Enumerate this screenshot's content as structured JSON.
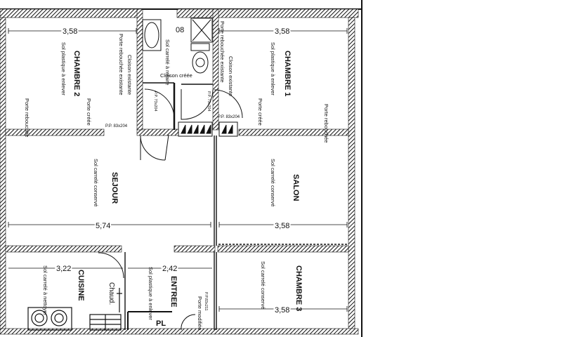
{
  "rooms": {
    "chambre2": {
      "name": "CHAMBRE 2",
      "floor": "Sol plastique à enlever"
    },
    "chambre1": {
      "name": "CHAMBRE 1",
      "floor": "Sol plastique à enlever"
    },
    "sejour": {
      "name": "SEJOUR",
      "floor": "Sol carrelé conservé"
    },
    "salon": {
      "name": "SALON",
      "floor": "Sol carrelé conservé"
    },
    "cuisine": {
      "name": "CUISINE",
      "floor": "Sol carrelé à nettoyer"
    },
    "entree": {
      "name": "ENTREE",
      "floor": "Sol plastique à enlever"
    },
    "chambre3": {
      "name": "CHAMBRE 3",
      "floor": "Sol carrelé conservé"
    },
    "sdb": {
      "floor": "Sol carrelé à refaire"
    }
  },
  "dimensions": {
    "chambre2_width": "3,58",
    "chambre1_width": "3,58",
    "sejour_width": "5,74",
    "salon_width": "3,58",
    "cuisine_width": "3,22",
    "entree_width": "2,42",
    "chambre3_width": "3,58",
    "sdb_width": "08"
  },
  "notes": {
    "porte_rebouchee_left": "Porte rebouchée",
    "porte_creee_left": "Porte créée",
    "porte_rebouchee_existante_left": "Porte rebouchée existante",
    "cloison_existante_left": "Cloison existante",
    "cloison_creee": "Cloison créée",
    "porte_rebouchee_existante_right": "Porte rebouchée existante",
    "cloison_existante_right": "Cloison existante",
    "porte_creee_right": "Porte créée",
    "porte_rebouchee_right": "Porte rebouchée",
    "pp_left": "P.P. 83x204",
    "pp_right": "P.P. 83x204",
    "pp_small_left": "P.P. 73x204",
    "pp_small_right": "P.P. 73x204",
    "porte_modifiee": "Porte modifiée",
    "pp_entree": "P.P.83x211",
    "chaud": "Chaud.",
    "pl": "PL"
  }
}
